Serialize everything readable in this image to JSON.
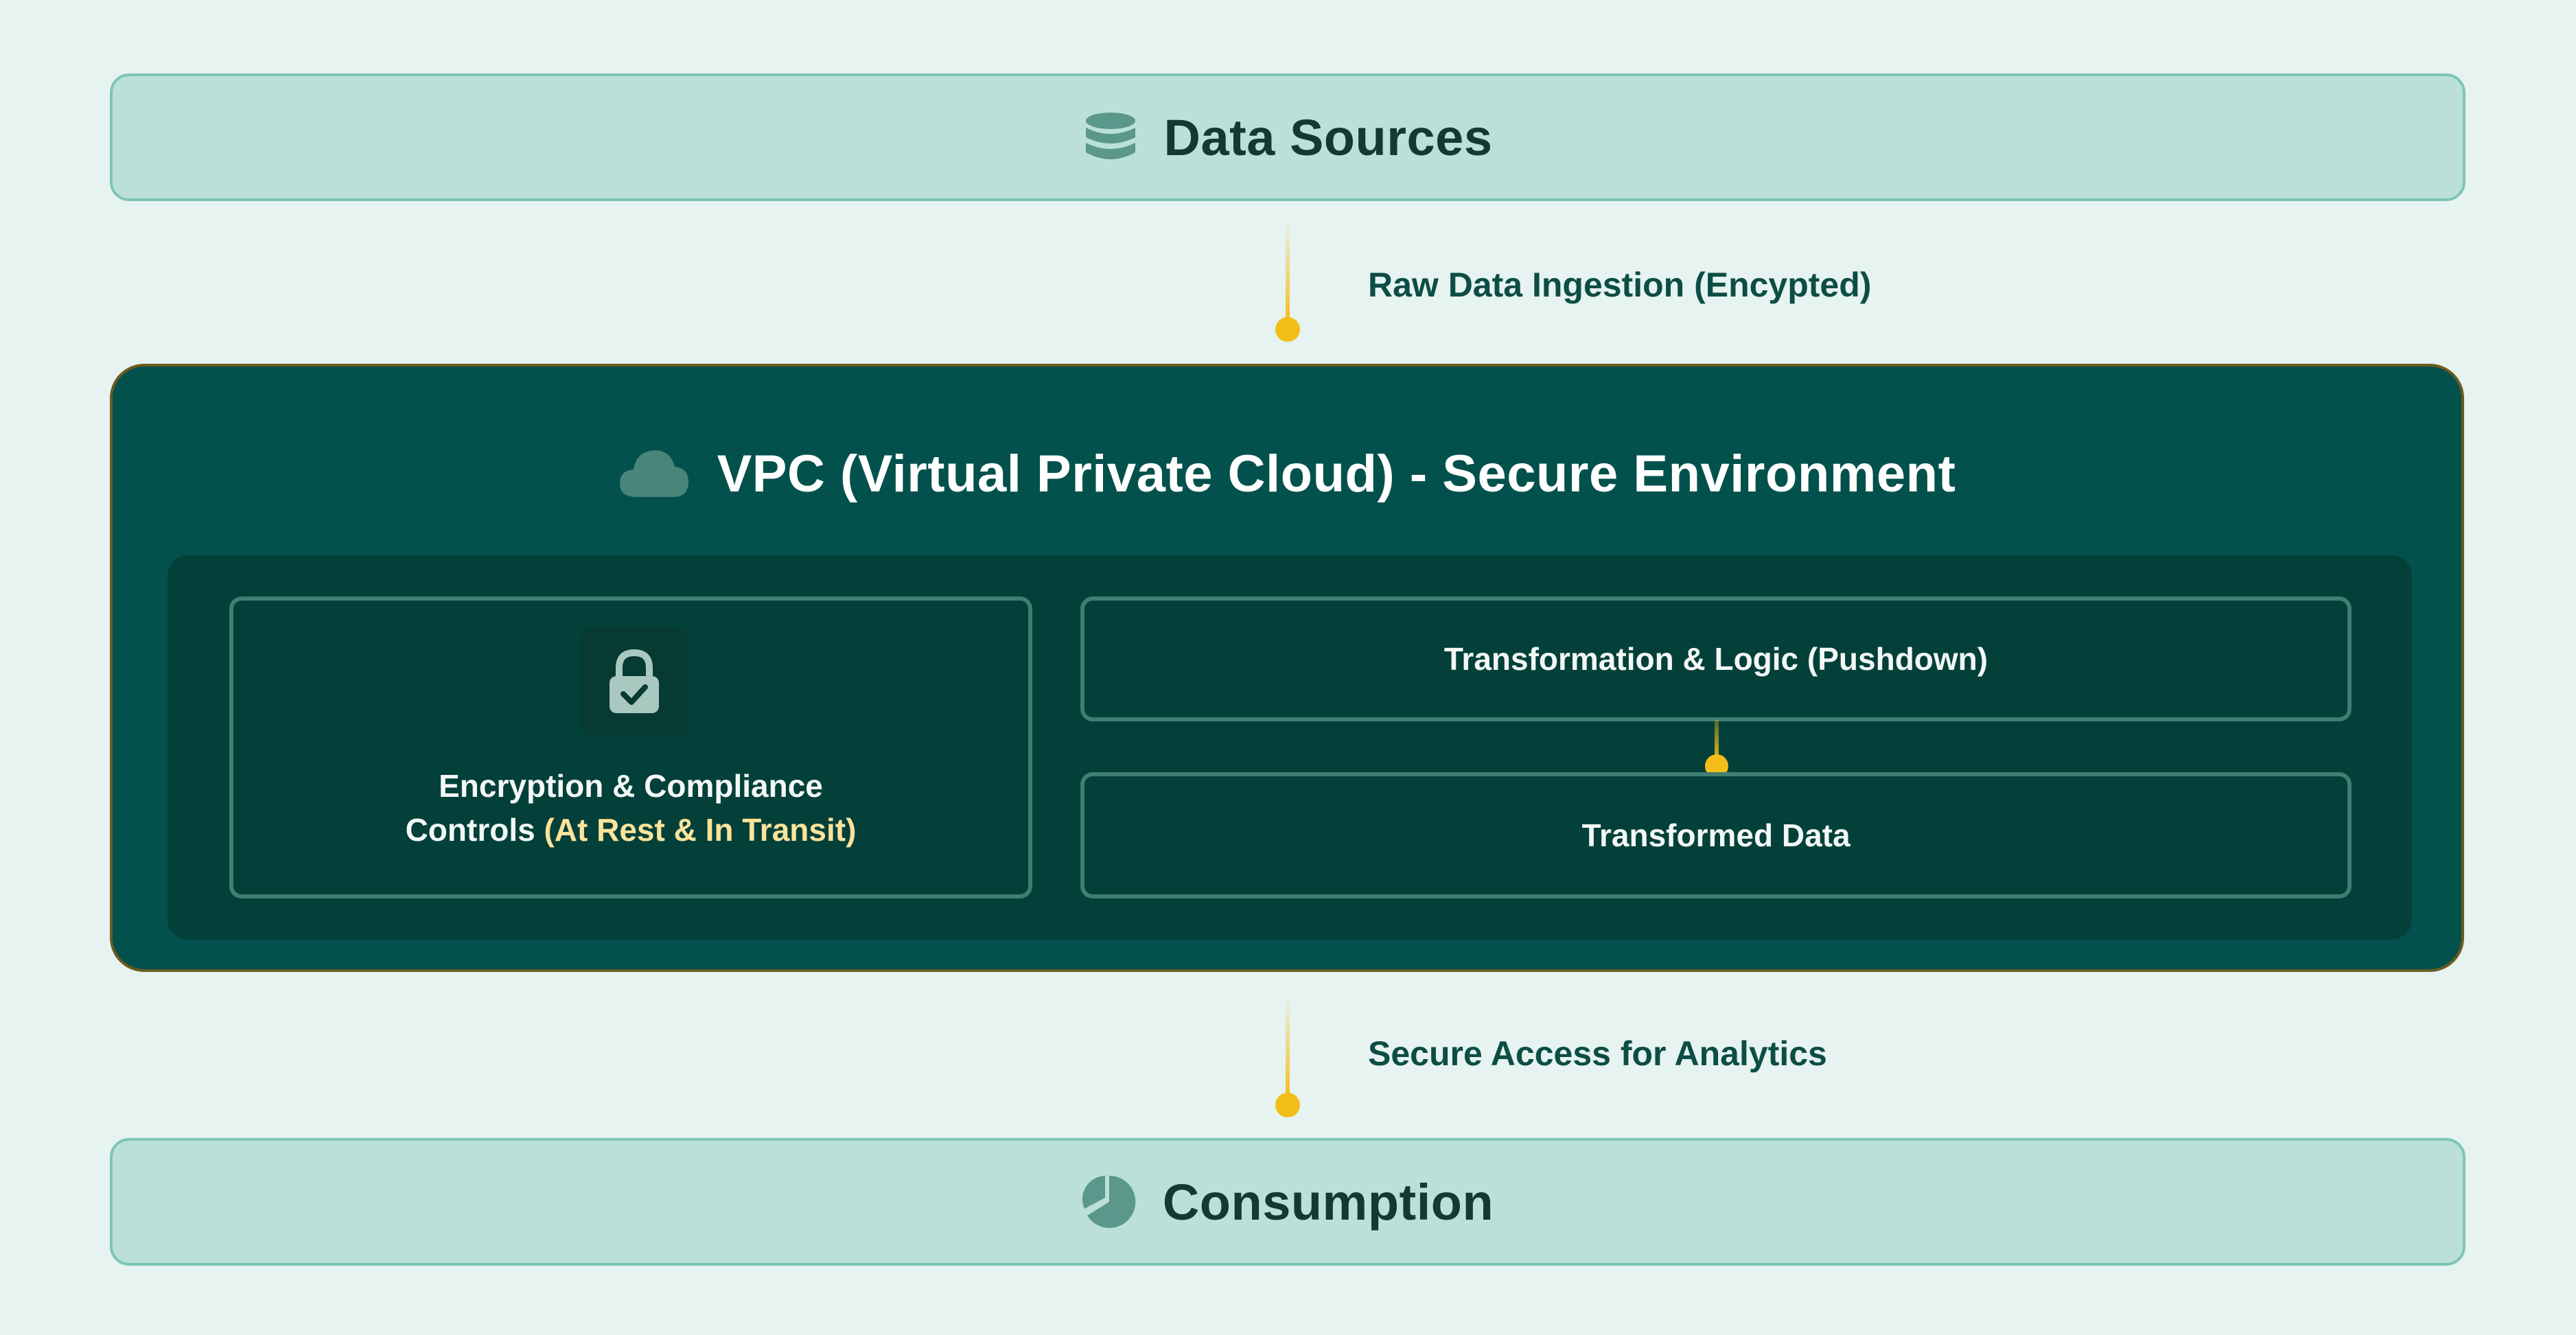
{
  "sources": {
    "title": "Data Sources",
    "icon": "database-icon"
  },
  "flow_top": {
    "label": "Raw Data Ingestion (Encypted)"
  },
  "vpc": {
    "title": "VPC (Virtual Private Cloud) - Secure Environment",
    "icon": "cloud-icon",
    "encryption": {
      "icon": "lock-check-icon",
      "line1": "Encryption & Compliance",
      "line2_prefix": "Controls ",
      "line2_highlight": "(At Rest & In Transit)"
    },
    "transformation": {
      "label": "Transformation & Logic (Pushdown)"
    },
    "transformed": {
      "label": "Transformed Data"
    }
  },
  "flow_bottom": {
    "label": "Secure Access for Analytics"
  },
  "consumption": {
    "title": "Consumption",
    "icon": "pie-chart-icon"
  },
  "colors": {
    "background": "#e6f3f0",
    "band": "#bbe0d9",
    "vpc": "#03514d",
    "inner": "#03403a",
    "accent": "#f4be19",
    "highlight": "#fde39a"
  }
}
